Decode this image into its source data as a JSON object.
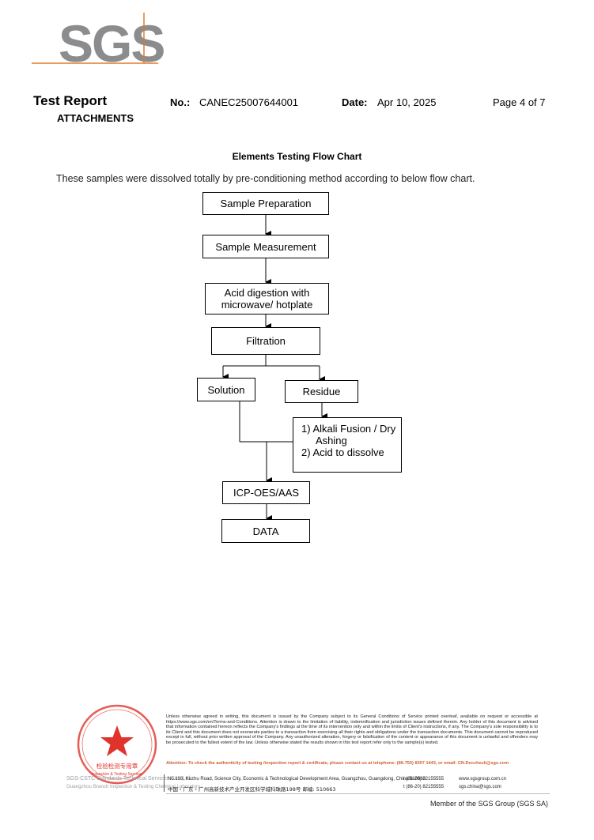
{
  "logo": {
    "text": "SGS",
    "color": "#8a8c8e",
    "accent_color": "#e07a2e"
  },
  "header": {
    "title": "Test Report",
    "subtitle": "ATTACHMENTS",
    "no_label": "No.:",
    "no_value": "CANEC25007644001",
    "date_label": "Date:",
    "date_value": "Apr 10, 2025",
    "page": "Page 4 of 7"
  },
  "section": {
    "title": "Elements Testing Flow Chart",
    "intro": "These samples were dissolved totally by pre-conditioning method according to below flow chart."
  },
  "flow": {
    "sample_preparation": "Sample Preparation",
    "sample_measurement": "Sample Measurement",
    "acid_digestion_line1": "Acid digestion with",
    "acid_digestion_line2": "microwave/ hotplate",
    "filtration": "Filtration",
    "solution": "Solution",
    "residue": "Residue",
    "alkali_line1": "1) Alkali Fusion / Dry",
    "alkali_line2": "Ashing",
    "alkali_line3": "2) Acid to dissolve",
    "icp": "ICP-OES/AAS",
    "data": "DATA"
  },
  "footer": {
    "stamp_text": "检验检测专用章",
    "stamp_sub": "Inspection & Testing Services",
    "stamp_color": "#e0332b",
    "left_line1": "SGS-CSTC Standards Technical Services Co., Ltd.",
    "left_line2": "Guangzhou Branch Inspection & Testing Chemical Laboratory",
    "disclaimer": "Unless otherwise agreed in writing, this document is issued by the Company subject to its General Conditions of Service printed overleaf, available on request or accessible at https://www.sgs.com/en/Terms-and-Conditions. Attention is drawn to the limitation of liability, indemnification and jurisdiction issues defined therein. Any holder of this document is advised that information contained hereon reflects the Company's findings at the time of its intervention only and within the limits of Client's instructions, if any. The Company's sole responsibility is to its Client and this document does not exonerate parties to a transaction from exercising all their rights and obligations under the transaction documents. This document cannot be reproduced except in full, without prior written approval of the Company. Any unauthorized alteration, forgery or falsification of the content or appearance of this document is unlawful and offenders may be prosecuted to the fullest extent of the law. Unless otherwise stated the results shown in this test report refer only to the sample(s) tested.",
    "attention": "Attention: To check the authenticity of testing /inspection report & certificate, please contact us at telephone: (86-755) 8307 1443, or email: CN.Doccheck@sgs.com",
    "addr_en": "No.198, Kezhu Road, Science City, Economic & Technological Development Area, Guangzhou, Guangdong, China 510663",
    "addr_cn": "中国・广东・广州高新技术产业开发区科学城科珠路198号    邮编: 510663",
    "tel1": "t (86-20) 82155555",
    "tel2": "t (86-20) 82155555",
    "web": "www.sgsgroup.com.cn",
    "email": "sgs.china@sgs.com",
    "member": "Member of the SGS Group (SGS SA)"
  }
}
